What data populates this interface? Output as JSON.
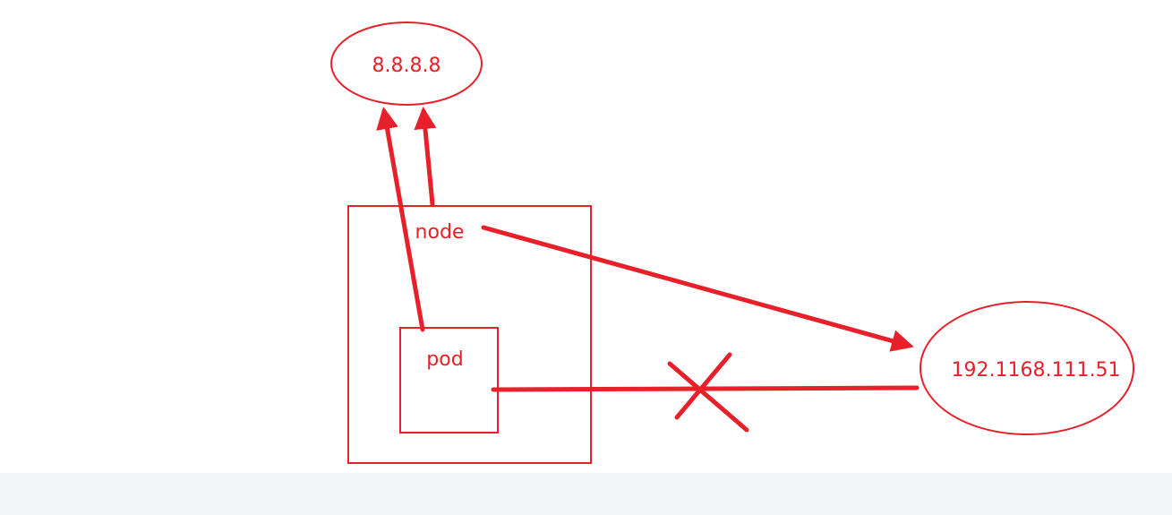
{
  "diagram": {
    "color": "#e8202a",
    "nodes": {
      "dns": {
        "label": "8.8.8.8",
        "shape": "ellipse"
      },
      "node": {
        "label": "node",
        "shape": "rectangle"
      },
      "pod": {
        "label": "pod",
        "shape": "rectangle"
      },
      "target": {
        "label": "192.1168.111.51",
        "shape": "ellipse"
      }
    },
    "edges": [
      {
        "from": "pod",
        "to": "dns",
        "status": "allowed"
      },
      {
        "from": "node",
        "to": "dns",
        "status": "allowed"
      },
      {
        "from": "node",
        "to": "target",
        "status": "allowed"
      },
      {
        "from": "pod",
        "to": "target",
        "status": "blocked"
      }
    ],
    "blocked_marker": "x-mark"
  }
}
